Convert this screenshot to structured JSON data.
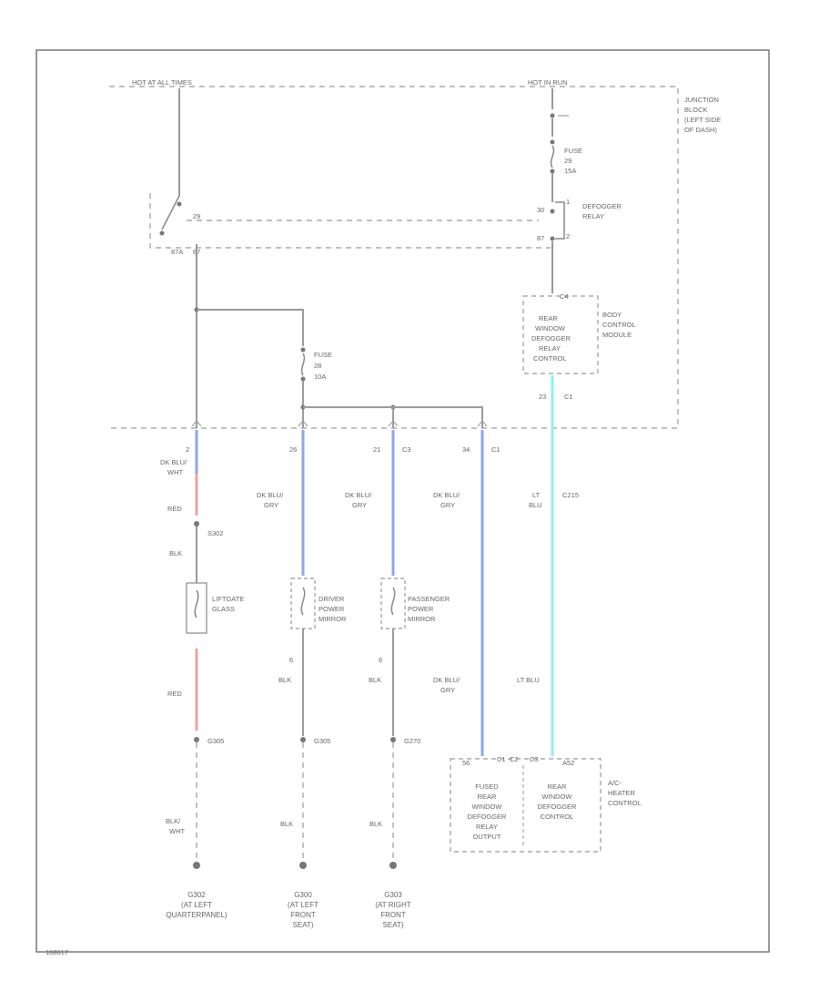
{
  "junction_block": {
    "hot_left": "HOT AT ALL TIMES",
    "hot_right": "HOT IN RUN",
    "name": [
      "JUNCTION",
      "BLOCK",
      "(LEFT SIDE",
      "OF DASH)"
    ],
    "fuse_top": [
      "FUSE",
      "29",
      "15A"
    ],
    "switch_pin": "29",
    "switch_pins_bottom": [
      "87A",
      "87"
    ],
    "relay_pin_top": "30",
    "relay_pin_bottom": "87",
    "relay_name": [
      "DEFOGGER",
      "RELAY"
    ],
    "relay_pins_right": [
      "1",
      "2"
    ],
    "fuse_mid": [
      "FUSE",
      "28",
      "10A"
    ]
  },
  "bcm": {
    "pins_top": "C4",
    "name": [
      "BODY",
      "CONTROL",
      "MODULE"
    ],
    "inner": [
      "REAR",
      "WINDOW",
      "DEFOGGER",
      "RELAY",
      "CONTROL"
    ],
    "pin": "23",
    "conn": "C1"
  },
  "branches": [
    {
      "pin": "2",
      "conn": "",
      "color1": [
        "DK BLU/",
        "WHT"
      ],
      "color2": "RED",
      "splice": "S302",
      "color3": "BLK",
      "device": [
        "LIFTGATE",
        "GLASS"
      ],
      "color4": "RED",
      "ground_splice": "G305",
      "color5": [
        "BLK/",
        "WHT"
      ],
      "ground": [
        "G302",
        "(AT LEFT",
        "QUARTERPANEL)"
      ]
    },
    {
      "pin": "26",
      "conn": "",
      "color1": [
        "DK BLU/",
        "GRY"
      ],
      "device": [
        "DRIVER",
        "POWER",
        "MIRROR"
      ],
      "dev_pin": "6",
      "color4": "BLK",
      "ground_splice": "G305",
      "color5": "BLK",
      "ground": [
        "G300",
        "(AT LEFT",
        "FRONT",
        "SEAT)"
      ]
    },
    {
      "pin": "21",
      "conn": "C3",
      "color1": [
        "DK BLU/",
        "GRY"
      ],
      "device": [
        "PASSENGER",
        "POWER",
        "MIRROR"
      ],
      "dev_pin": "6",
      "color4": "BLK",
      "ground_splice": "G270",
      "color5": "BLK",
      "ground": [
        "G303",
        "(AT RIGHT",
        "FRONT",
        "SEAT)"
      ]
    },
    {
      "pin": "34",
      "conn": "C1",
      "color1": [
        "DK BLU/",
        "GRY"
      ],
      "color4": [
        "DK BLU/",
        "GRY"
      ]
    }
  ],
  "bcm_wire": {
    "color": [
      "LT",
      "BLU"
    ],
    "conn": "C215",
    "color2": "LT BLU"
  },
  "hvac": {
    "pins": [
      "56",
      "C1",
      "C2",
      "C3",
      "A52"
    ],
    "left": [
      "FUSED",
      "REAR",
      "WINDOW",
      "DEFOGGER",
      "RELAY",
      "OUTPUT"
    ],
    "right": [
      "REAR",
      "WINDOW",
      "DEFOGGER",
      "CONTROL"
    ],
    "name": [
      "A/C-",
      "HEATER",
      "CONTROL"
    ]
  },
  "code": "168617",
  "colors": {
    "dkblu": "#8fa6e8",
    "ltblu": "#8ff0f0",
    "red": "#f2a0a0",
    "gray": "#9a9a9a"
  }
}
